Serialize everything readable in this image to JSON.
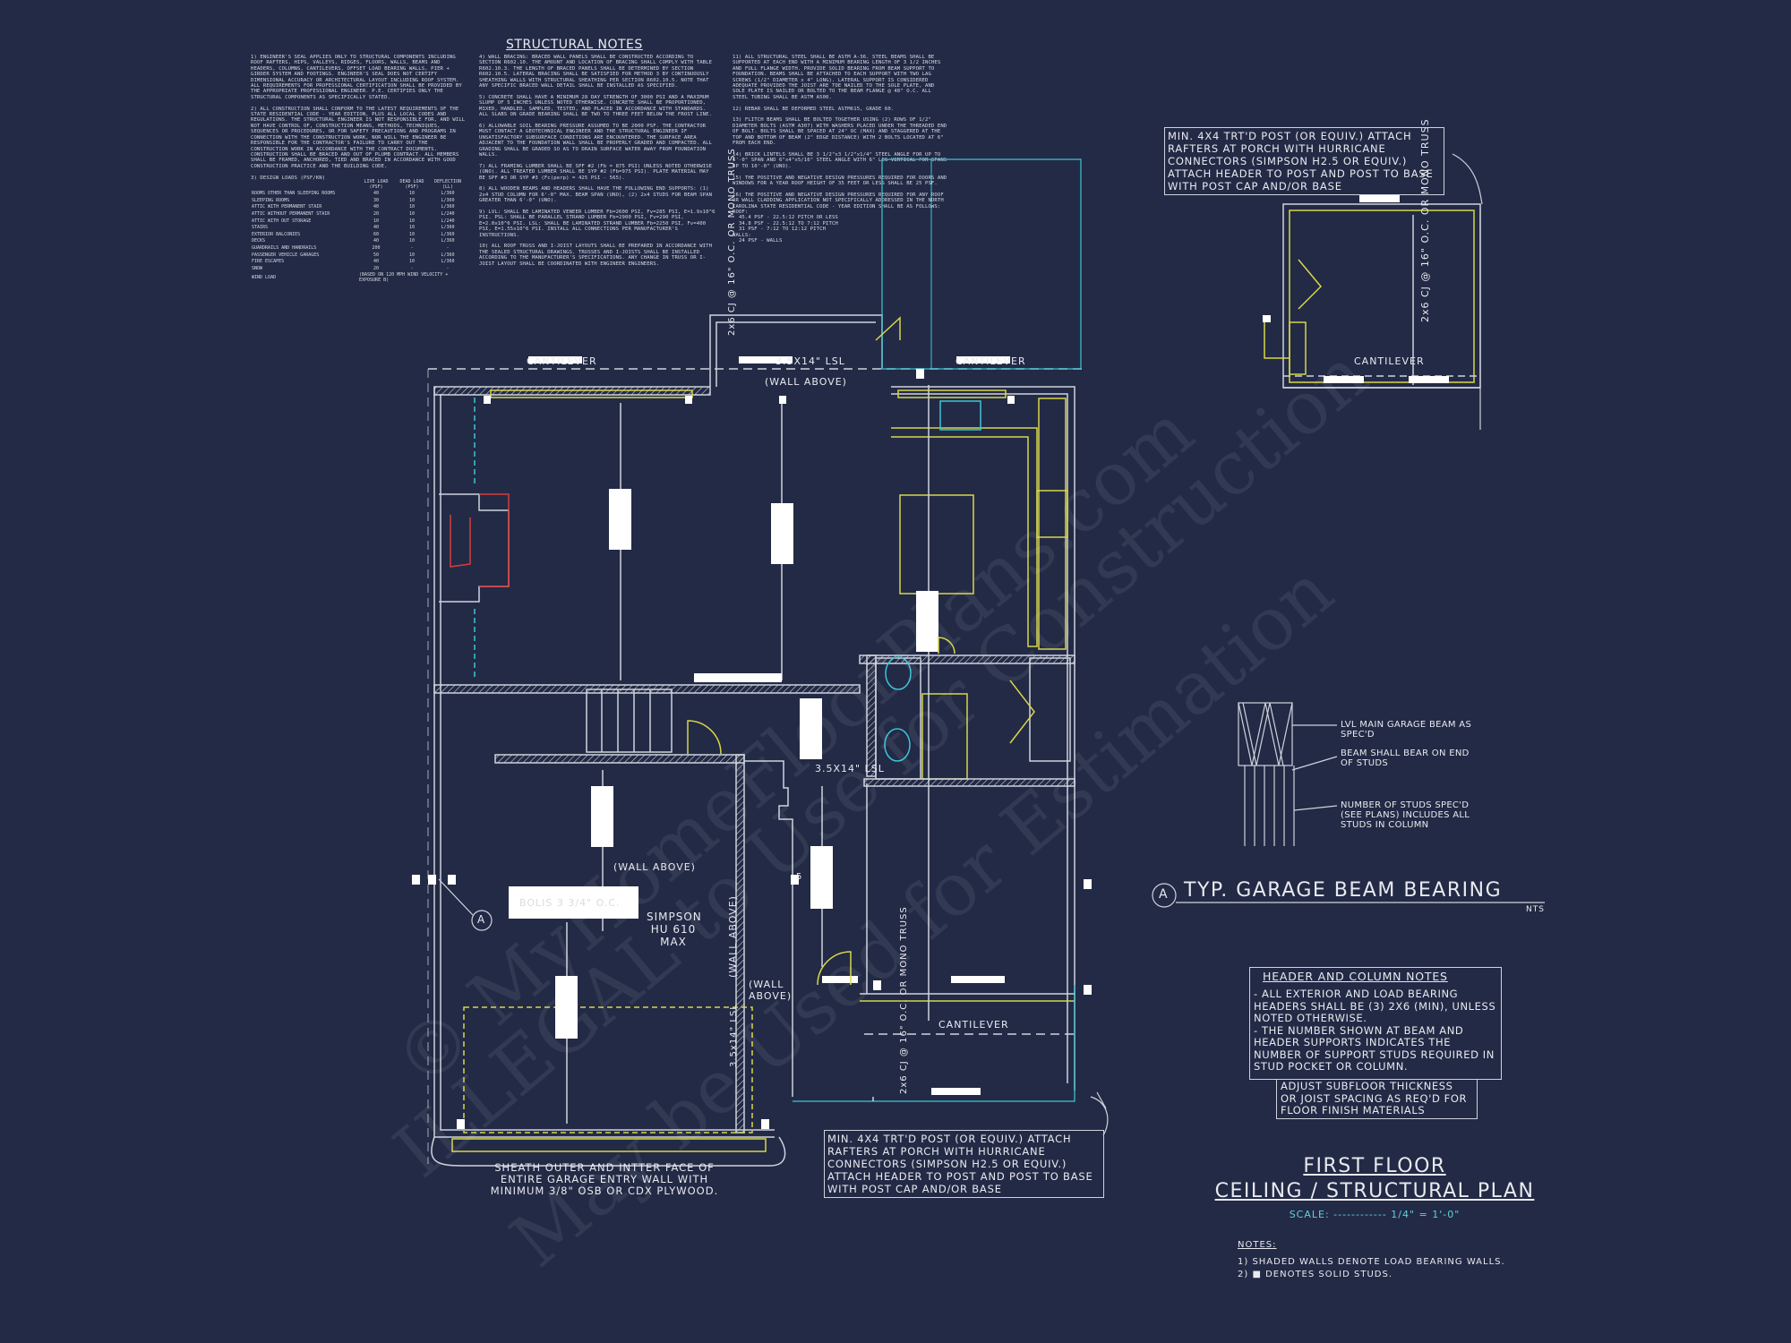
{
  "structural_notes": {
    "title": "STRUCTURAL NOTES",
    "col1": "1) ENGINEER'S SEAL APPLIES ONLY TO STRUCTURAL COMPONENTS INCLUDING ROOF RAFTERS, HIPS, VALLEYS, RIDGES, FLOORS, WALLS, BEAMS AND HEADERS, COLUMNS, CANTILEVERS, OFFSET LOAD BEARING WALLS, PIER + GIRDER SYSTEM AND FOOTINGS. ENGINEER'S SEAL DOES NOT CERTIFY DIMENSIONAL ACCURACY OR ARCHITECTURAL LAYOUT INCLUDING ROOF SYSTEM. ALL REQUIREMENTS FOR PROFESSIONAL CERTIFICATION SHALL BE PROVIDED BY THE APPROPRIATE PROFESSIONAL ENGINEER. P.E. CERTIFIES ONLY THE STRUCTURAL COMPONENTS AS SPECIFICALLY STATED.\n\n2) ALL CONSTRUCTION SHALL CONFORM TO THE LATEST REQUIREMENTS OF THE STATE RESIDENTIAL CODE - YEAR EDITION, PLUS ALL LOCAL CODES AND REGULATIONS. THE STRUCTURAL ENGINEER IS NOT RESPONSIBLE FOR, AND WILL NOT HAVE CONTROL OF, CONSTRUCTION MEANS, METHODS, TECHNIQUES, SEQUENCES OR PROCEDURES, OR FOR SAFETY PRECAUTIONS AND PROGRAMS IN CONNECTION WITH THE CONSTRUCTION WORK, NOR WILL THE ENGINEER BE RESPONSIBLE FOR THE CONTRACTOR'S FAILURE TO CARRY OUT THE CONSTRUCTION WORK IN ACCORDANCE WITH THE CONTRACT DOCUMENTS. CONSTRUCTION SHALL BE BRACED AND OUT OF PLUMB CONTRACT. ALL MEMBERS SHALL BE FRAMED, ANCHORED, TIED AND BRACED IN ACCORDANCE WITH GOOD CONSTRUCTION PRACTICE AND THE BUILDING CODE.\n\n3) DESIGN LOADS (PSF/KN)",
    "loads": [
      [
        "ROOMS OTHER THAN SLEEPING ROOMS",
        "40",
        "10",
        "L/360"
      ],
      [
        "SLEEPING ROOMS",
        "30",
        "10",
        "L/360"
      ],
      [
        "ATTIC WITH PERMANENT STAIR",
        "40",
        "10",
        "L/360"
      ],
      [
        "ATTIC WITHOUT PERMANENT STAIR",
        "20",
        "10",
        "L/240"
      ],
      [
        "ATTIC WITH OUT STORAGE",
        "10",
        "10",
        "L/240"
      ],
      [
        "STAIRS",
        "40",
        "10",
        "L/360"
      ],
      [
        "EXTERIOR BALCONIES",
        "60",
        "10",
        "L/360"
      ],
      [
        "DECKS",
        "40",
        "10",
        "L/360"
      ],
      [
        "GUARDRAILS AND HANDRAILS",
        "200",
        "-",
        "-"
      ],
      [
        "PASSENGER VEHICLE GARAGES",
        "50",
        "10",
        "L/360"
      ],
      [
        "FIRE ESCAPES",
        "40",
        "10",
        "L/360"
      ],
      [
        "SNOW",
        "20",
        "-",
        "-"
      ],
      [
        "WIND LOAD",
        "(BASED ON 120 MPH WIND VELOCITY + EXPOSURE B)",
        "",
        ""
      ]
    ],
    "loads_header": [
      "LIVE LOAD (PSF)",
      "DEAD LOAD (PSF)",
      "DEFLECTION (LL)"
    ],
    "col2": "4) WALL BRACING: BRACED WALL PANELS SHALL BE CONSTRUCTED ACCORDING TO SECTION R602.10. THE AMOUNT AND LOCATION OF BRACING SHALL COMPLY WITH TABLE R602.10.3. THE LENGTH OF BRACED PANELS SHALL BE DETERMINED BY SECTION R602.10.5. LATERAL BRACING SHALL BE SATISFIED FOR METHOD 3 BY CONTINUOUSLY SHEATHING WALLS WITH STRUCTURAL SHEATHING PER SECTION R602.10.5. NOTE THAT ANY SPECIFIC BRACED WALL DETAIL SHALL BE INSTALLED AS SPECIFIED.\n\n5) CONCRETE SHALL HAVE A MINIMUM 28 DAY STRENGTH OF 3000 PSI AND A MAXIMUM SLUMP OF 5 INCHES UNLESS NOTED OTHERWISE. CONCRETE SHALL BE PROPORTIONED, MIXED, HANDLED, SAMPLED, TESTED, AND PLACED IN ACCORDANCE WITH STANDARDS. ALL SLABS ON GRADE BEARING SHALL BE TWO TO THREE FEET BELOW THE FROST LINE.\n\n6) ALLOWABLE SOIL BEARING PRESSURE ASSUMED TO BE 2000 PSF. THE CONTRACTOR MUST CONTACT A GEOTECHNICAL ENGINEER AND THE STRUCTURAL ENGINEER IF UNSATISFACTORY SUBSURFACE CONDITIONS ARE ENCOUNTERED. THE SURFACE AREA ADJACENT TO THE FOUNDATION WALL SHALL BE PROPERLY GRADED AND COMPACTED. ALL GRADING SHALL BE GRADED SO AS TO DRAIN SURFACE WATER AWAY FROM FOUNDATION WALLS.\n\n7) ALL FRAMING LUMBER SHALL BE SPF #2 (Fb = 875 PSI) UNLESS NOTED OTHERWISE (UNO). ALL TREATED LUMBER SHALL BE SYP #2 (Fb=975 PSI). PLATE MATERIAL MAY BE SPF #3 OR SYP #3 (Fc(perp) = 425 PSI - 565).\n\n8) ALL WOODEN BEAMS AND HEADERS SHALL HAVE THE FOLLOWING END SUPPORTS: (1) 2x4 STUD COLUMN FOR 6'-0\" MAX. BEAM SPAN (UNO), (2) 2x4 STUDS FOR BEAM SPAN GREATER THAN 6'-0\" (UNO).\n\n9) LVL: SHALL BE LAMINATED VENEER LUMBER Fb=2600 PSI, Fv=285 PSI, E=1.9x10^6 PSI. PSL: SHALL BE PARALLEL STRAND LUMBER Fb=2900 PSI, Fv=290 PSI, E=2.0x10^6 PSI. LSL: SHALL BE LAMINATED STRAND LUMBER Fb=2250 PSI, Fv=400 PSI, E=1.55x10^6 PSI. INSTALL ALL CONNECTIONS PER MANUFACTURER'S INSTRUCTIONS.\n\n10) ALL ROOF TRUSS AND I-JOIST LAYOUTS SHALL BE PREPARED IN ACCORDANCE WITH THE SEALED STRUCTURAL DRAWINGS. TRUSSES AND I-JOISTS SHALL BE INSTALLED ACCORDING TO THE MANUFACTURER'S SPECIFICATIONS. ANY CHANGE IN TRUSS OR I-JOIST LAYOUT SHALL BE COORDINATED WITH ENGINEER ENGINEERS.",
    "col3": "11) ALL STRUCTURAL STEEL SHALL BE ASTM A-36. STEEL BEAMS SHALL BE SUPPORTED AT EACH END WITH A MINIMUM BEARING LENGTH OF 3 1/2 INCHES AND FULL FLANGE WIDTH. PROVIDE SOLID BEARING FROM BEAM SUPPORT TO FOUNDATION. BEAMS SHALL BE ATTACHED TO EACH SUPPORT WITH TWO LAG SCREWS (1/2\" DIAMETER x 4\" LONG). LATERAL SUPPORT IS CONSIDERED ADEQUATE PROVIDED THE JOIST ARE TOE NAILED TO THE SOLE PLATE, AND SOLE PLATE IS NAILED OR BOLTED TO THE BEAM FLANGE @ 48\" O.C. ALL STEEL TUBING SHALL BE ASTM A500.\n\n12) REBAR SHALL BE DEFORMED STEEL ASTM615, GRADE 60.\n\n13) FLITCH BEAMS SHALL BE BOLTED TOGETHER USING (2) ROWS OF 1/2\" DIAMETER BOLTS (ASTM A307) WITH WASHERS PLACED UNDER THE THREADED END OF BOLT. BOLTS SHALL BE SPACED AT 24\" OC (MAX) AND STAGGERED AT THE TOP AND BOTTOM OF BEAM (2\" EDGE DISTANCE) WITH 2 BOLTS LOCATED AT 6\" FROM EACH END.\n\n14) BRICK LINTELS SHALL BE 3 1/2\"x3 1/2\"x1/4\" STEEL ANGLE FOR UP TO 6'-0\" SPAN AND 6\"x4\"x5/16\" STEEL ANGLE WITH 6\" LEG VERTICAL FOR SPANS UP TO 10'-0\" (UNO).\n\n15) THE POSITIVE AND NEGATIVE DESIGN PRESSURES REQUIRED FOR DOORS AND WINDOWS FOR A YEAR ROOF HEIGHT OF 35 FEET OR LESS SHALL BE 25 PSF.\n\n16) THE POSITIVE AND NEGATIVE DESIGN PRESSURES REQUIRED FOR ANY ROOF OR WALL CLADDING APPLICATION NOT SPECIFICALLY ADDRESSED IN THE NORTH CAROLINA STATE RESIDENTIAL CODE - YEAR EDITION SHALL BE AS FOLLOWS:\nROOF:\n  45.4 PSF - 22.5:12 PITCH OR LESS\n  34.8 PSF - 22.5:12 TO 7:12 PITCH\n  31 PSF - 7:12 TO 12:12 PITCH\nWALLS:\n  24 PSF - WALLS"
  },
  "porch_callout_top": "MIN. 4x4 TRT'D POST (OR EQUIV.) ATTACH RAFTERS AT PORCH WITH HURRICANE CONNECTORS (SIMPSON H2.5 OR EQUIV.) ATTACH HEADER TO POST AND POST TO BASE WITH POST CAP AND/OR BASE",
  "porch_callout_bottom": "MIN. 4x4 TRT'D POST (OR EQUIV.) ATTACH RAFTERS AT PORCH WITH HURRICANE CONNECTORS (SIMPSON H2.5 OR EQUIV.) ATTACH HEADER TO POST AND POST TO BASE WITH POST CAP AND/OR BASE",
  "plan_labels": {
    "cantilever_top_left": "CANTILEVER",
    "lsl_top": "3.5x14\" LSL",
    "wall_above_top": "(WALL ABOVE)",
    "cantilever_top_right": "CANTILEVER",
    "cj_top": "2x6 CJ @ 16\" O.C. OR MONO TRUSS",
    "lsl_mid": "3.5x14\" LSL",
    "wall_above_mid": "(WALL ABOVE)",
    "beam_label": "BOLIS 3 3/4\" O.C.",
    "simpson": "SIMPSON HU 610 MAX",
    "wall_above_vertical": "(WALL ABOVE)",
    "wall_above_small": "(WALL ABOVE)",
    "lsl_vertical": "3.5x14\" LSL",
    "cantilever_bottom": "CANTILEVER",
    "cj_bottom": "2x6 CJ @ 16\" O.C. OR MONO TRUSS",
    "sheath_note": "SHEATH OUTER AND INTTER FACE OF ENTIRE GARAGE ENTRY WALL WITH MINIMUM 3/8\" OSB OR CDX PLYWOOD.",
    "section_marker": "A",
    "post_marker": "5"
  },
  "porch_plan": {
    "cj_label": "2x6 CJ @ 16\" O.C. OR MONO TRUSS",
    "cantilever": "CANTILEVER"
  },
  "beam_detail": {
    "label1": "LVL MAIN GARAGE BEAM AS SPEC'D",
    "label2": "BEAM SHALL BEAR ON END OF STUDS",
    "label3": "NUMBER OF STUDS SPEC'D (SEE PLANS) INCLUDES ALL STUDS IN COLUMN",
    "marker": "A",
    "title": "TYP. GARAGE BEAM BEARING",
    "scale": "NTS"
  },
  "header_notes": {
    "title": "HEADER AND COLUMN NOTES",
    "body": "- ALL EXTERIOR AND LOAD BEARING HEADERS SHALL BE (3) 2x6 (MIN), UNLESS NOTED OTHERWISE.\n- THE NUMBER SHOWN AT BEAM AND HEADER SUPPORTS INDICATES THE NUMBER OF SUPPORT STUDS REQUIRED IN STUD POCKET OR COLUMN.",
    "subfloor": "ADJUST SUBFLOOR THICKNESS OR JOIST SPACING AS REQ'D FOR FLOOR FINISH MATERIALS"
  },
  "title_block": {
    "line1": "FIRST FLOOR",
    "line2": "CEILING / STRUCTURAL PLAN",
    "scale_label": "SCALE: ------------ 1/4\" = 1'-0\"",
    "notes_title": "NOTES:",
    "note1": "1) SHADED WALLS DENOTE LOAD BEARING WALLS.",
    "note2": "2) ■ DENOTES SOLID STUDS."
  },
  "watermark": {
    "line1": "© MyHomeFloorPlans.com",
    "line2": "ILLEGAL to Use for Construction",
    "line3": "May be Used for Estimation"
  },
  "colors": {
    "background": "#232a45",
    "wall": "#cfd3dd",
    "yellow": "#d8d64a",
    "cyan": "#3cc6d6",
    "red": "#d83c3c",
    "scale_cyan": "#5fd0e0"
  }
}
